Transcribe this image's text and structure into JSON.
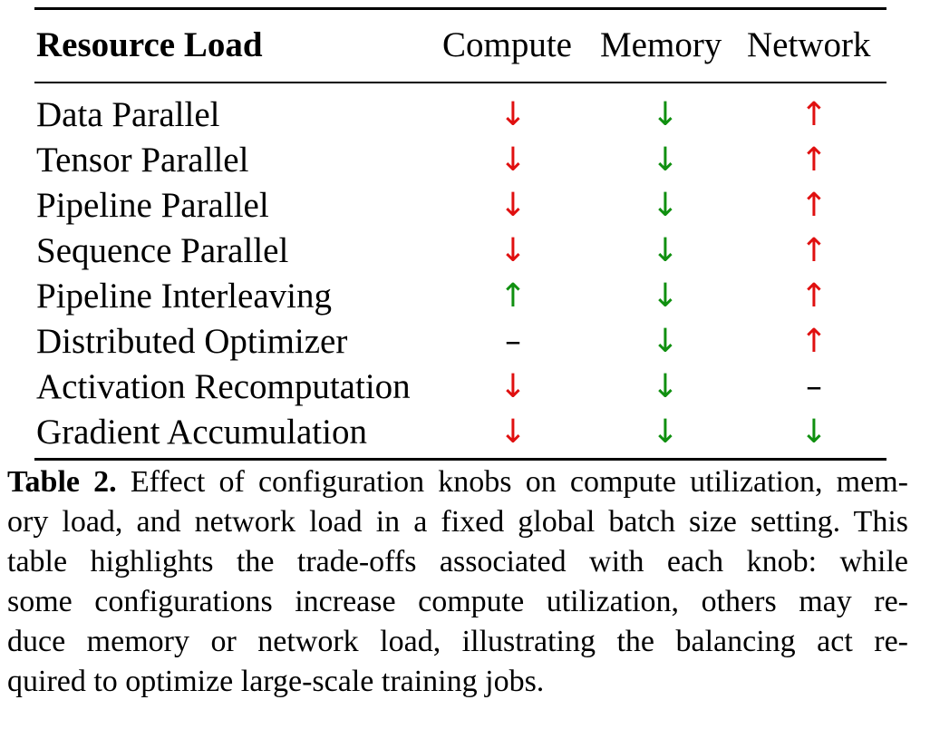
{
  "table": {
    "headers": {
      "resource": "Resource Load",
      "compute": "Compute",
      "memory": "Memory",
      "network": "Network"
    },
    "rows": [
      {
        "label": "Data Parallel",
        "compute": {
          "symbol": "↓",
          "color": "#e01010"
        },
        "memory": {
          "symbol": "↓",
          "color": "#109010"
        },
        "network": {
          "symbol": "↑",
          "color": "#e01010"
        }
      },
      {
        "label": "Tensor Parallel",
        "compute": {
          "symbol": "↓",
          "color": "#e01010"
        },
        "memory": {
          "symbol": "↓",
          "color": "#109010"
        },
        "network": {
          "symbol": "↑",
          "color": "#e01010"
        }
      },
      {
        "label": "Pipeline Parallel",
        "compute": {
          "symbol": "↓",
          "color": "#e01010"
        },
        "memory": {
          "symbol": "↓",
          "color": "#109010"
        },
        "network": {
          "symbol": "↑",
          "color": "#e01010"
        }
      },
      {
        "label": "Sequence Parallel",
        "compute": {
          "symbol": "↓",
          "color": "#e01010"
        },
        "memory": {
          "symbol": "↓",
          "color": "#109010"
        },
        "network": {
          "symbol": "↑",
          "color": "#e01010"
        }
      },
      {
        "label": "Pipeline Interleaving",
        "compute": {
          "symbol": "↑",
          "color": "#109010"
        },
        "memory": {
          "symbol": "↓",
          "color": "#109010"
        },
        "network": {
          "symbol": "↑",
          "color": "#e01010"
        }
      },
      {
        "label": "Distributed Optimizer",
        "compute": {
          "symbol": "–",
          "color": "#000000"
        },
        "memory": {
          "symbol": "↓",
          "color": "#109010"
        },
        "network": {
          "symbol": "↑",
          "color": "#e01010"
        }
      },
      {
        "label": "Activation Recomputation",
        "compute": {
          "symbol": "↓",
          "color": "#e01010"
        },
        "memory": {
          "symbol": "↓",
          "color": "#109010"
        },
        "network": {
          "symbol": "–",
          "color": "#000000"
        }
      },
      {
        "label": "Gradient Accumulation",
        "compute": {
          "symbol": "↓",
          "color": "#e01010"
        },
        "memory": {
          "symbol": "↓",
          "color": "#109010"
        },
        "network": {
          "symbol": "↓",
          "color": "#109010"
        }
      }
    ]
  },
  "caption": {
    "label": "Table 2.",
    "lines": [
      " Effect of configuration knobs on compute utilization, mem-",
      "ory load, and network load in a fixed global batch size setting. This",
      "table highlights the trade-offs associated with each knob: while",
      "some configurations increase compute utilization, others may re-",
      "duce memory or network load, illustrating the balancing act re-",
      "quired to optimize large-scale training jobs."
    ]
  }
}
